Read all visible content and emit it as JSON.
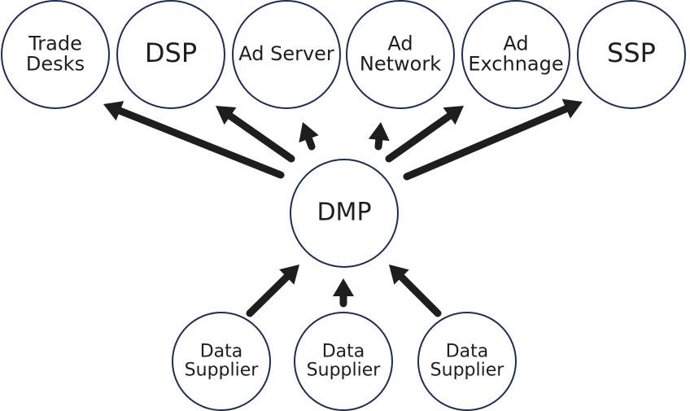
{
  "title": "DMP data flow diagram",
  "colors": {
    "node_stroke": "#1f2d52",
    "node_fill": "#ffffff",
    "arrow": "#1e1e1e",
    "text": "#1e1e1e"
  },
  "nodes": {
    "trade_desks": {
      "lines": [
        "Trade",
        "Desks"
      ],
      "role": "destination"
    },
    "dsp": {
      "lines": [
        "DSP"
      ],
      "role": "destination"
    },
    "ad_server": {
      "lines": [
        "Ad Server"
      ],
      "role": "destination"
    },
    "ad_network": {
      "lines": [
        "Ad",
        "Network"
      ],
      "role": "destination"
    },
    "ad_exchange": {
      "lines": [
        "Ad",
        "Exchnage"
      ],
      "role": "destination"
    },
    "ssp": {
      "lines": [
        "SSP"
      ],
      "role": "destination"
    },
    "dmp": {
      "lines": [
        "DMP"
      ],
      "role": "hub"
    },
    "supplier_1": {
      "lines": [
        "Data",
        "Supplier"
      ],
      "role": "source"
    },
    "supplier_2": {
      "lines": [
        "Data",
        "Supplier"
      ],
      "role": "source"
    },
    "supplier_3": {
      "lines": [
        "Data",
        "Supplier"
      ],
      "role": "source"
    }
  },
  "edges": [
    {
      "from": "dmp",
      "to": "trade_desks"
    },
    {
      "from": "dmp",
      "to": "dsp"
    },
    {
      "from": "dmp",
      "to": "ad_server"
    },
    {
      "from": "dmp",
      "to": "ad_network"
    },
    {
      "from": "dmp",
      "to": "ad_exchange"
    },
    {
      "from": "dmp",
      "to": "ssp"
    },
    {
      "from": "supplier_1",
      "to": "dmp"
    },
    {
      "from": "supplier_2",
      "to": "dmp"
    },
    {
      "from": "supplier_3",
      "to": "dmp"
    }
  ]
}
